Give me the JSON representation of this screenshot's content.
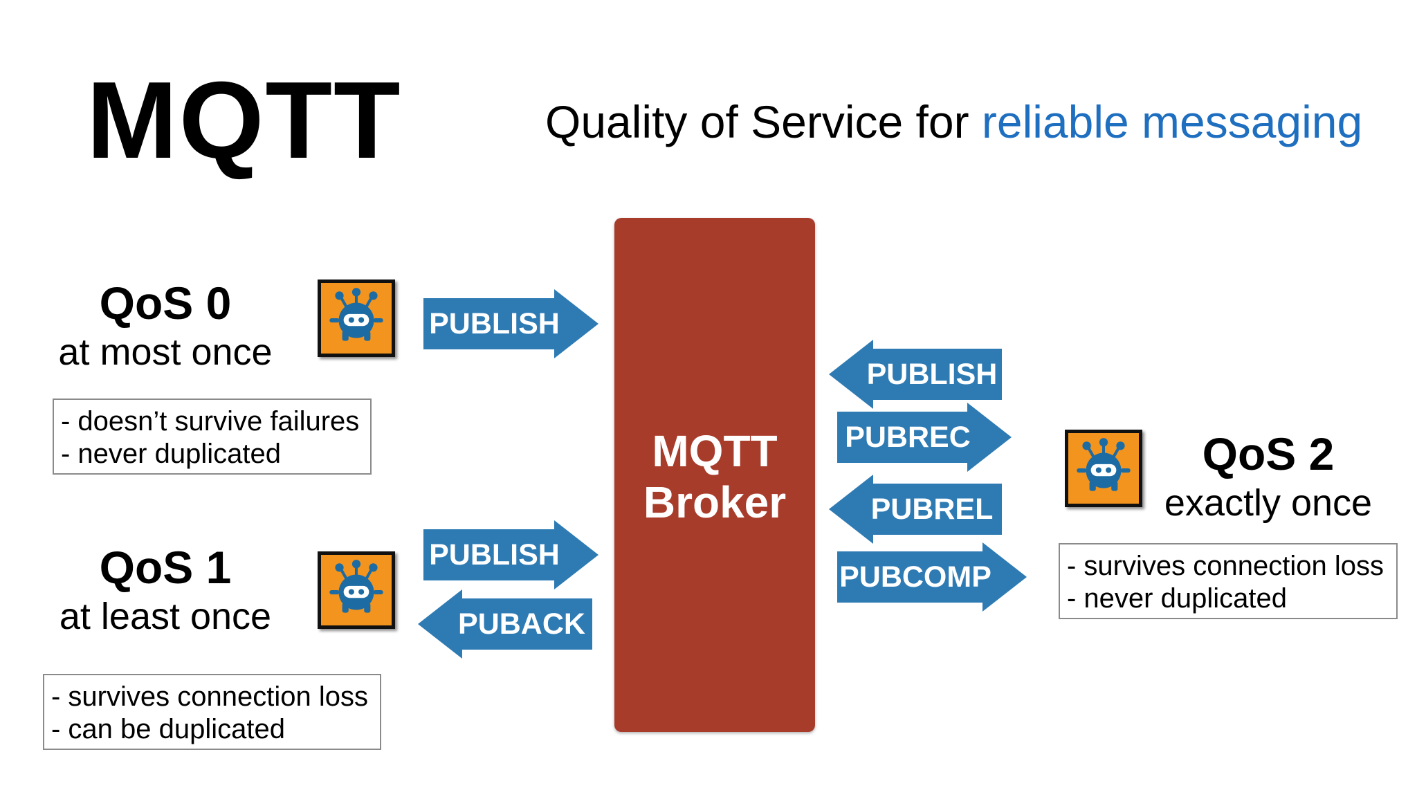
{
  "header": {
    "title": "MQTT",
    "subtitle_plain": "Quality of Service for ",
    "subtitle_highlight": "reliable messaging"
  },
  "qos0": {
    "title": "QoS 0",
    "subtitle": "at most once",
    "notes": [
      "-  doesn’t survive failures",
      "-  never duplicated"
    ],
    "publish_label": "PUBLISH"
  },
  "qos1": {
    "title": "QoS 1",
    "subtitle": "at least once",
    "notes": [
      "-  survives connection loss",
      "-  can be duplicated"
    ],
    "publish_label": "PUBLISH",
    "puback_label": "PUBACK"
  },
  "qos2": {
    "title": "QoS 2",
    "subtitle": "exactly once",
    "notes": [
      "-  survives connection loss",
      "-  never duplicated"
    ],
    "publish_label": "PUBLISH",
    "pubrec_label": "PUBREC",
    "pubrel_label": "PUBREL",
    "pubcomp_label": "PUBCOMP"
  },
  "broker": {
    "line1": "MQTT",
    "line2": "Broker"
  },
  "colors": {
    "arrow": "#2e7bb4",
    "broker": "#a83c2b",
    "highlight": "#1f6fc0",
    "bot_background": "#f2941d",
    "bot_body": "#1d6ba3"
  },
  "icons": {
    "client": "robot-icon"
  }
}
